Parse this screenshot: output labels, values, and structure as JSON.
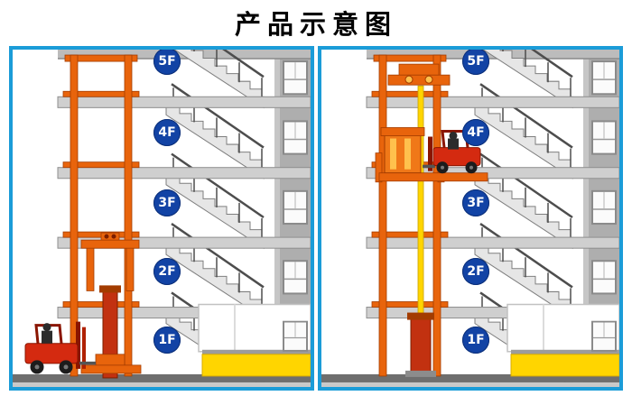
{
  "title": "产品示意图",
  "panels": [
    {
      "name": "lift-at-ground-floor",
      "floor_labels": [
        "5F",
        "4F",
        "3F",
        "2F",
        "1F"
      ]
    },
    {
      "name": "lift-raised-to-4f",
      "floor_labels": [
        "5F",
        "4F",
        "3F",
        "2F",
        "1F"
      ]
    }
  ],
  "colors": {
    "panel_border": "#1b9cd8",
    "floor_badge_blue": "#1243a5",
    "guide_rail_orange": "#e8640c",
    "forklift_red": "#d42a10",
    "shutter_yellow": "#ffd500",
    "wall_gray": "#aeaeae"
  }
}
